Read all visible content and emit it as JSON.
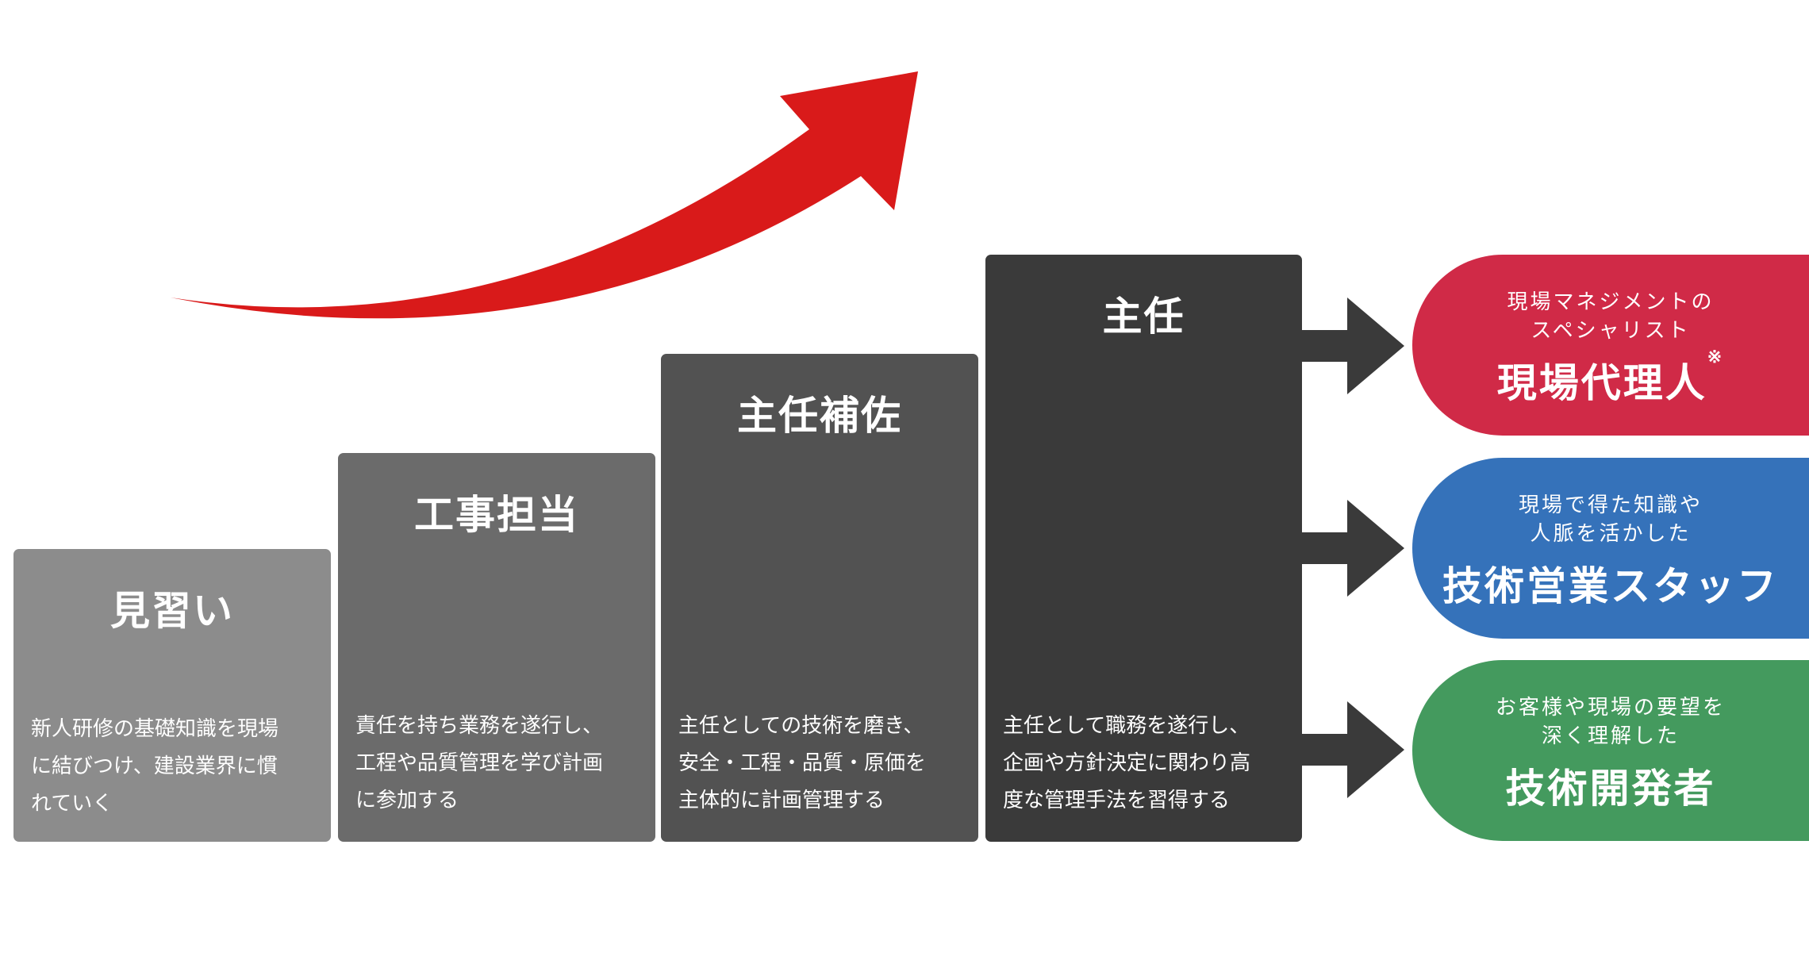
{
  "steps": [
    {
      "title": "見習い",
      "desc": [
        "新人研修の基礎知識を現場",
        "に結びつけ、建設業界に慣",
        "れていく"
      ],
      "color": "#8c8c8c"
    },
    {
      "title": "工事担当",
      "desc": [
        "責任を持ち業務を遂行し、",
        "工程や品質管理を学び計画",
        "に参加する"
      ],
      "color": "#6b6b6b"
    },
    {
      "title": "主任補佐",
      "desc": [
        "主任としての技術を磨き、",
        "安全・工程・品質・原価を",
        "主体的に計画管理する"
      ],
      "color": "#525252"
    },
    {
      "title": "主任",
      "desc": [
        "主任として職務を遂行し、",
        "企画や方針決定に関わり高",
        "度な管理手法を習得する"
      ],
      "color": "#3a3a3a"
    }
  ],
  "careers": [
    {
      "sub": [
        "現場マネジメントの",
        "スペシャリスト"
      ],
      "title": "現場代理人",
      "note": "※",
      "color": "#d02a47"
    },
    {
      "sub": [
        "現場で得た知識や",
        "人脈を活かした"
      ],
      "title": "技術営業スタッフ",
      "color": "#3572ba"
    },
    {
      "sub": [
        "お客様や現場の要望を",
        "深く理解した"
      ],
      "title": "技術開発者",
      "color": "#449a5e"
    }
  ],
  "colors": {
    "growth_arrow": "#d91a1a",
    "branch_arrow": "#3a3a3a"
  }
}
